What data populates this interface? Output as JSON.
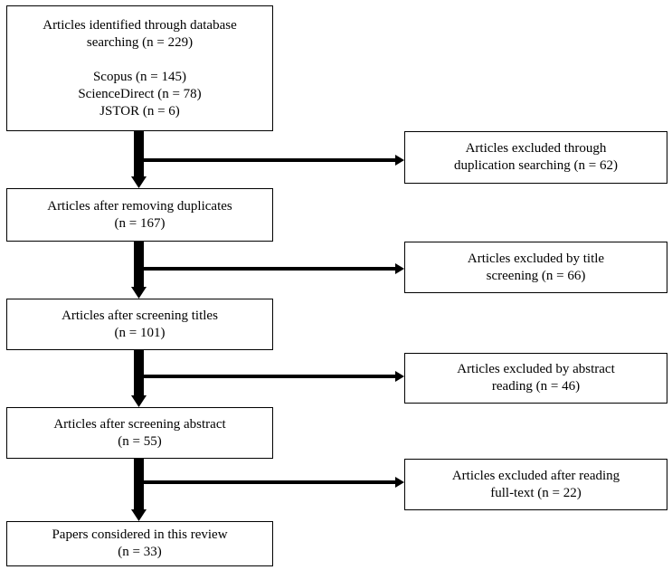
{
  "identified": {
    "line1": "Articles identified through database",
    "line2": "searching (n = 229)",
    "sources": [
      "Scopus (n = 145)",
      "ScienceDirect (n = 78)",
      "JSTOR (n = 6)"
    ]
  },
  "main_steps": [
    {
      "line1": "Articles after removing duplicates",
      "line2": "(n = 167)"
    },
    {
      "line1": "Articles after screening titles",
      "line2": "(n = 101)"
    },
    {
      "line1": "Articles after screening abstract",
      "line2": "(n = 55)"
    },
    {
      "line1": "Papers considered in this review",
      "line2": "(n = 33)"
    }
  ],
  "exclusions": [
    {
      "line1": "Articles excluded through",
      "line2": "duplication searching (n = 62)"
    },
    {
      "line1": "Articles excluded by title",
      "line2": "screening (n = 66)"
    },
    {
      "line1": "Articles excluded by abstract",
      "line2": "reading (n = 46)"
    },
    {
      "line1": "Articles excluded after reading",
      "line2": "full-text (n = 22)"
    }
  ],
  "colors": {
    "line": "#000000",
    "box_fill": "#ffffff",
    "box_border": "#000000"
  }
}
